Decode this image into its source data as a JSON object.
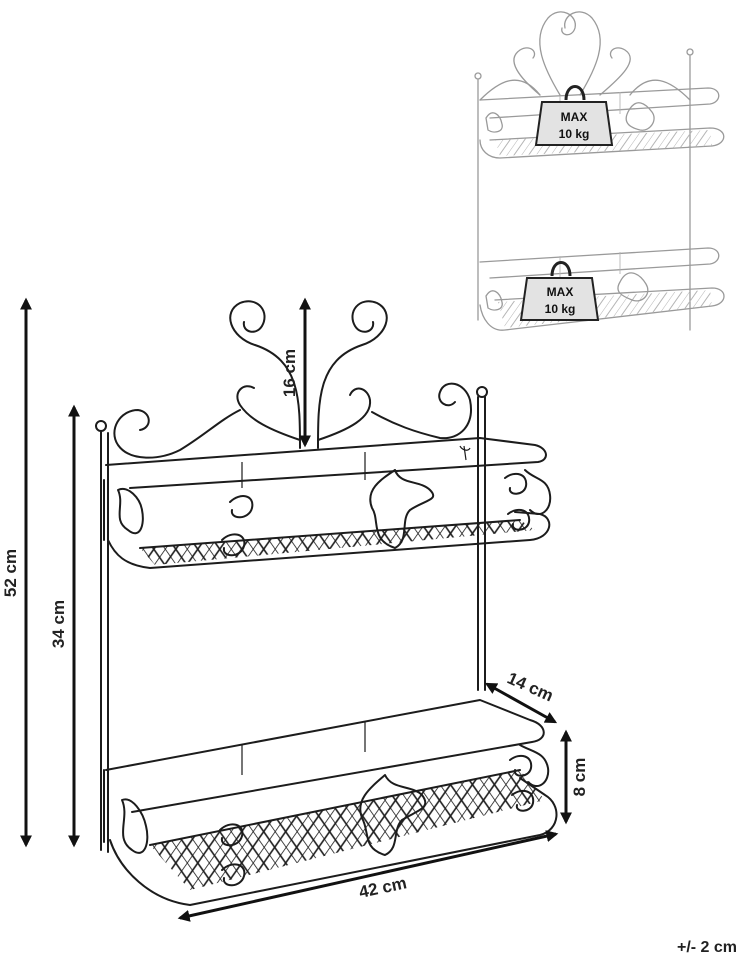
{
  "dimensions": {
    "total_height": "52 cm",
    "frame_height": "34 cm",
    "scroll_height": "16 cm",
    "depth": "14 cm",
    "shelf_height": "8 cm",
    "width": "42 cm"
  },
  "load_badges": [
    {
      "line1": "MAX",
      "line2": "10 kg"
    },
    {
      "line1": "MAX",
      "line2": "10 kg"
    }
  ],
  "tolerance": "+/- 2 cm"
}
